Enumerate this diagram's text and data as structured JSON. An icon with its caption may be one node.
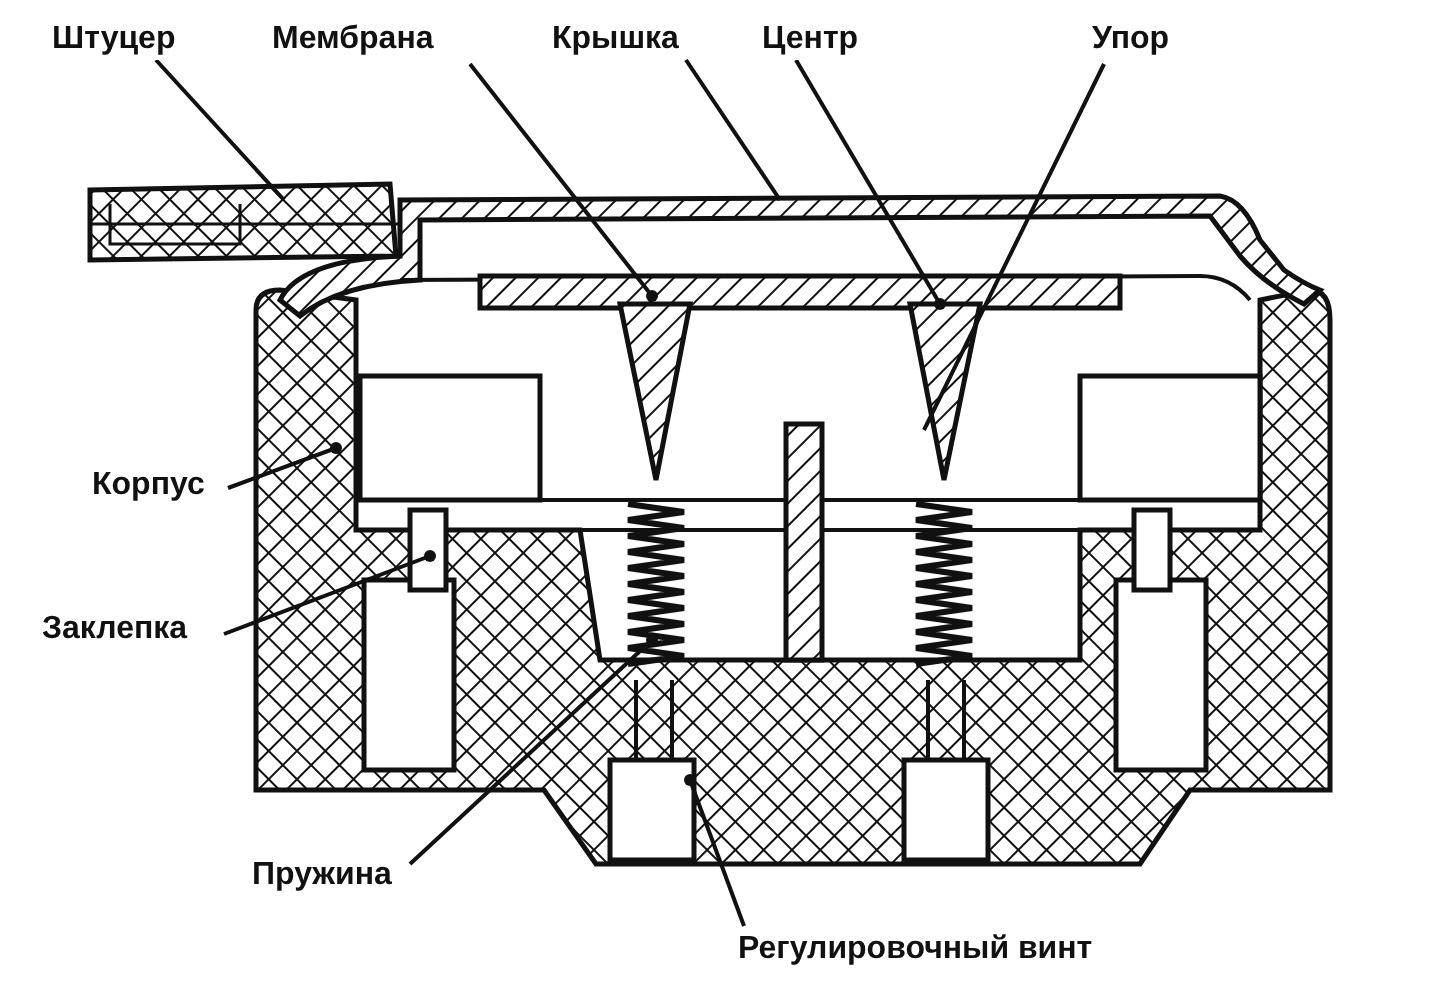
{
  "diagram": {
    "nodes": [
      {
        "text": [
          "Штуцер"
        ]
      },
      {
        "text": [
          "Мембрана"
        ]
      },
      {
        "text": [
          "Крышка"
        ]
      },
      {
        "text": [
          "Центр"
        ]
      },
      {
        "text": [
          "Упор"
        ]
      },
      {
        "text": [
          "Корпус"
        ]
      },
      {
        "text": [
          "Заклепка"
        ]
      },
      {
        "text": [
          "Пружина"
        ]
      },
      {
        "text": [
          "Регулировочный винт"
        ]
      }
    ],
    "edges": [
      {
        "from": 0,
        "to": null,
        "arrow": "none"
      },
      {
        "from": 1,
        "to": null,
        "arrow": "other"
      },
      {
        "from": 2,
        "to": null,
        "arrow": "none"
      },
      {
        "from": 3,
        "to": null,
        "arrow": "other"
      },
      {
        "from": 4,
        "to": null,
        "arrow": "none"
      },
      {
        "from": 5,
        "to": null,
        "arrow": "other"
      },
      {
        "from": 6,
        "to": null,
        "arrow": "other"
      },
      {
        "from": 7,
        "to": null,
        "arrow": "other"
      },
      {
        "from": 8,
        "to": null,
        "arrow": "other"
      }
    ]
  }
}
